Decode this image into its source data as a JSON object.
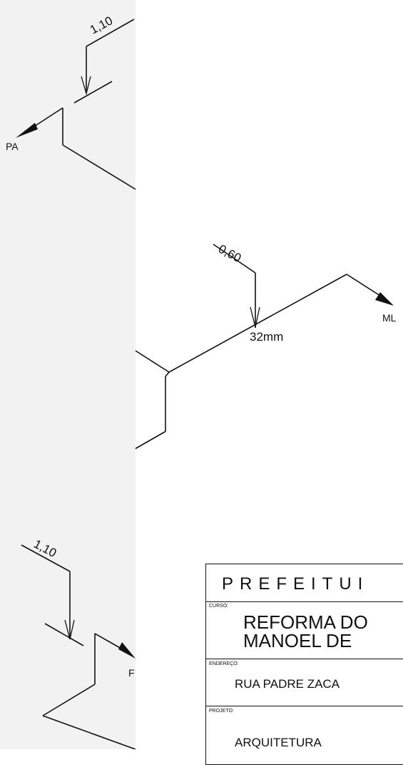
{
  "drawing": {
    "labels": {
      "dim_top": "1,10",
      "dim_middle": "0,60",
      "dim_bottom": "1,10",
      "pipe_size": "32mm",
      "outlet_pa": "PA",
      "outlet_ml": "ML",
      "outlet_partial": "F"
    }
  },
  "title_block": {
    "header": "PREFEITUI",
    "curso_label": "CURSO:",
    "curso_line1": "REFORMA DO",
    "curso_line2": "MANOEL DE",
    "endereco_label": "ENDEREÇO:",
    "endereco_value": "RUA PADRE ZACA",
    "projeto_label": "PROJETO:",
    "projeto_value": "ARQUITETURA"
  }
}
